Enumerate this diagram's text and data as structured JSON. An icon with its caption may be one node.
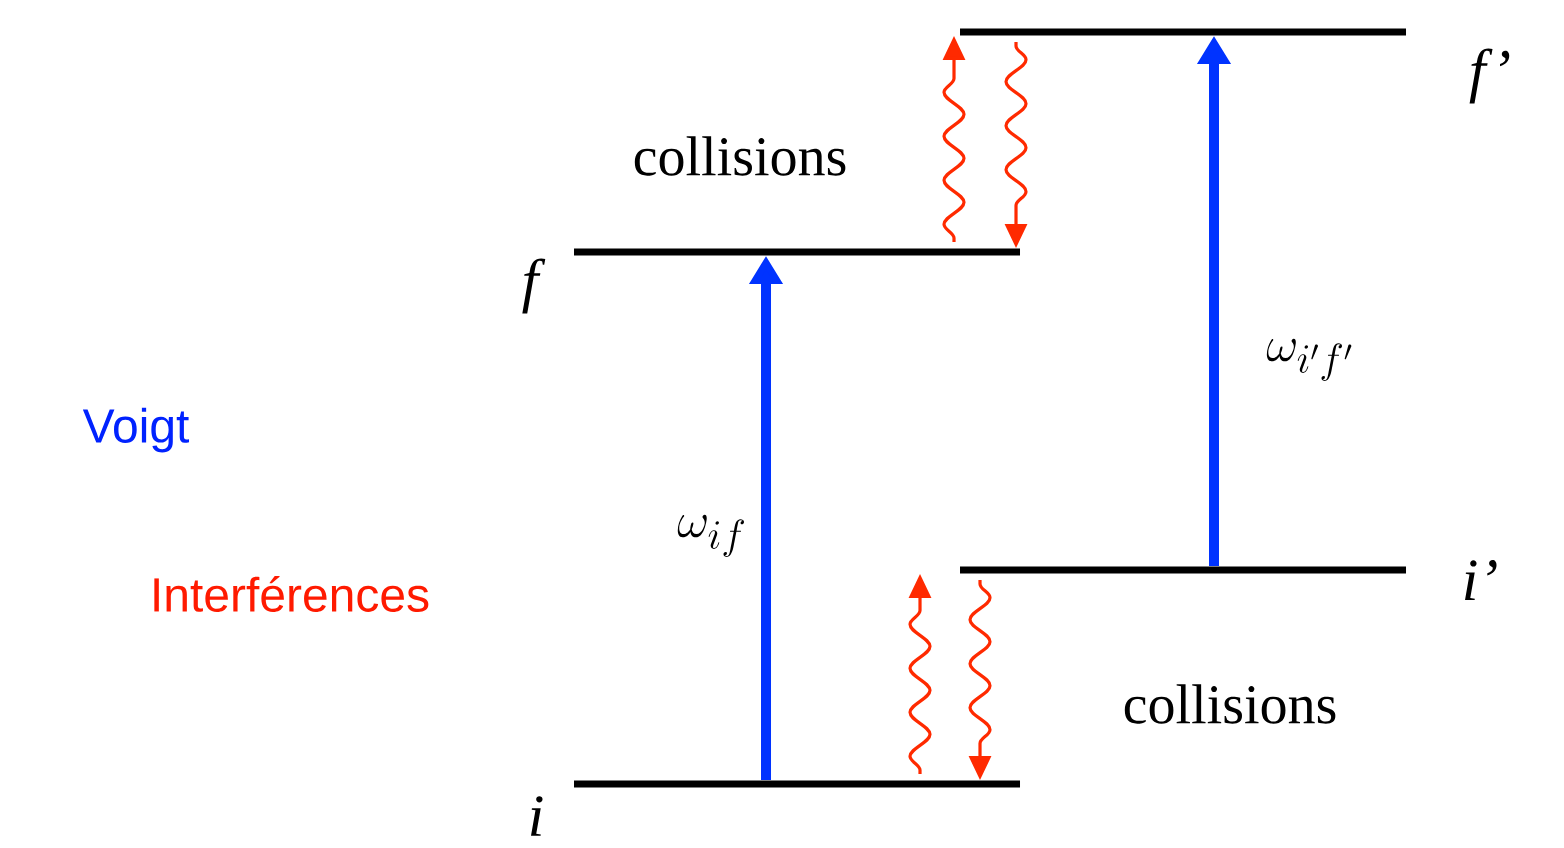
{
  "diagram": {
    "nodes": [
      {
        "text": [
          "f’"
        ]
      },
      {
        "text": [
          "f"
        ]
      },
      {
        "text": [
          "i’"
        ]
      },
      {
        "text": [
          "i"
        ]
      }
    ],
    "edges": [
      {
        "from": 3,
        "to": 1,
        "arrow": "to",
        "label": "\\omega_{if}",
        "style": "thick",
        "color": "#0033ff"
      },
      {
        "from": 2,
        "to": 0,
        "arrow": "to",
        "label": "\\omega_{i'f'}",
        "style": "thick",
        "color": "#0033ff"
      },
      {
        "from": 1,
        "to": 0,
        "arrow": "to",
        "color": "#ff2a00"
      },
      {
        "from": 0,
        "to": 1,
        "arrow": "to",
        "color": "#ff2a00"
      },
      {
        "from": 3,
        "to": 2,
        "arrow": "to",
        "color": "#ff2a00"
      },
      {
        "from": 2,
        "to": 3,
        "arrow": "to",
        "color": "#ff2a00"
      }
    ],
    "labels": [
      "collisions",
      "Voigt",
      "Interférences",
      "collisions"
    ]
  }
}
